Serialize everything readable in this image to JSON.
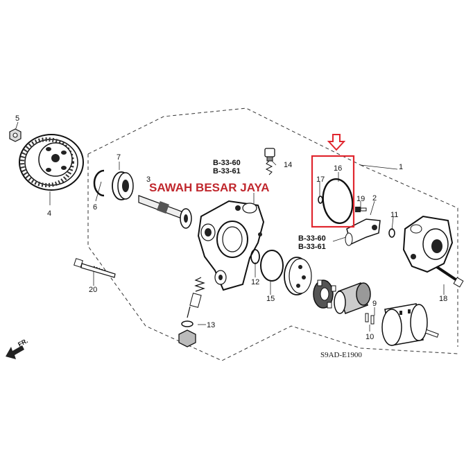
{
  "parts": {
    "p1": "1",
    "p2": "2",
    "p3": "3",
    "p4": "4",
    "p5": "5",
    "p6": "6",
    "p7": "7",
    "p9": "9",
    "p10": "10",
    "p11": "11",
    "p12": "12",
    "p13": "13",
    "p14": "14",
    "p15": "15",
    "p16": "16",
    "p17": "17",
    "p18": "18",
    "p19": "19",
    "p20": "20"
  },
  "refs": {
    "ref_a_60": "B-33-60",
    "ref_a_61": "B-33-61",
    "ref_b_60": "B-33-60",
    "ref_b_61": "B-33-61"
  },
  "diagram_code": "S9AD-E1900",
  "watermark": "SAWAH BESAR JAYA",
  "direction_label": "FR.",
  "colors": {
    "highlight": "#e0262e",
    "watermark": "#c0272d",
    "line": "#111111"
  }
}
